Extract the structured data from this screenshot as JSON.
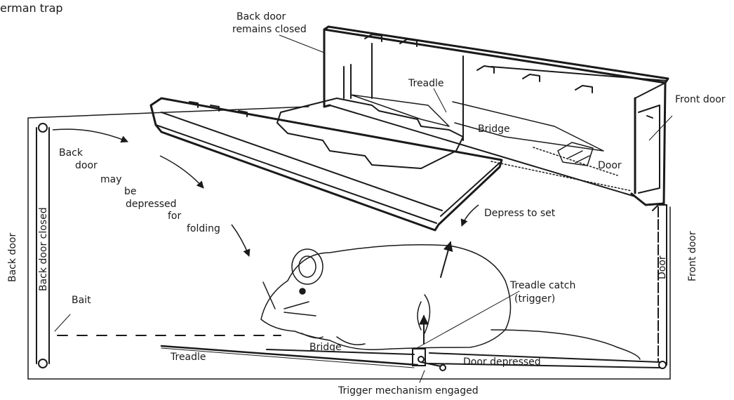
{
  "title": "erman trap",
  "labels": {
    "back_door_remains_closed_1": "Back door",
    "back_door_remains_closed_2": "remains closed",
    "treadle_top": "Treadle",
    "front_door_top": "Front door",
    "bridge_top": "Bridge",
    "door_top": "Door",
    "back_door_may_1": "Back",
    "back_door_may_2": "door",
    "back_door_may_3": "may",
    "back_door_may_4": "be",
    "back_door_may_5": "depressed",
    "back_door_may_6": "for",
    "back_door_may_7": "folding",
    "depress_to_set": "Depress to set",
    "back_door_side": "Back door",
    "back_door_closed": "Back door closed",
    "front_door_side": "Front door",
    "door_side": "Door",
    "bait": "Bait",
    "treadle_catch_1": "Treadle catch",
    "treadle_catch_2": "(trigger)",
    "bridge_bottom": "Bridge",
    "treadle_bottom": "Treadle",
    "door_depressed": "Door depressed",
    "trigger_engaged": "Trigger mechanism engaged"
  }
}
